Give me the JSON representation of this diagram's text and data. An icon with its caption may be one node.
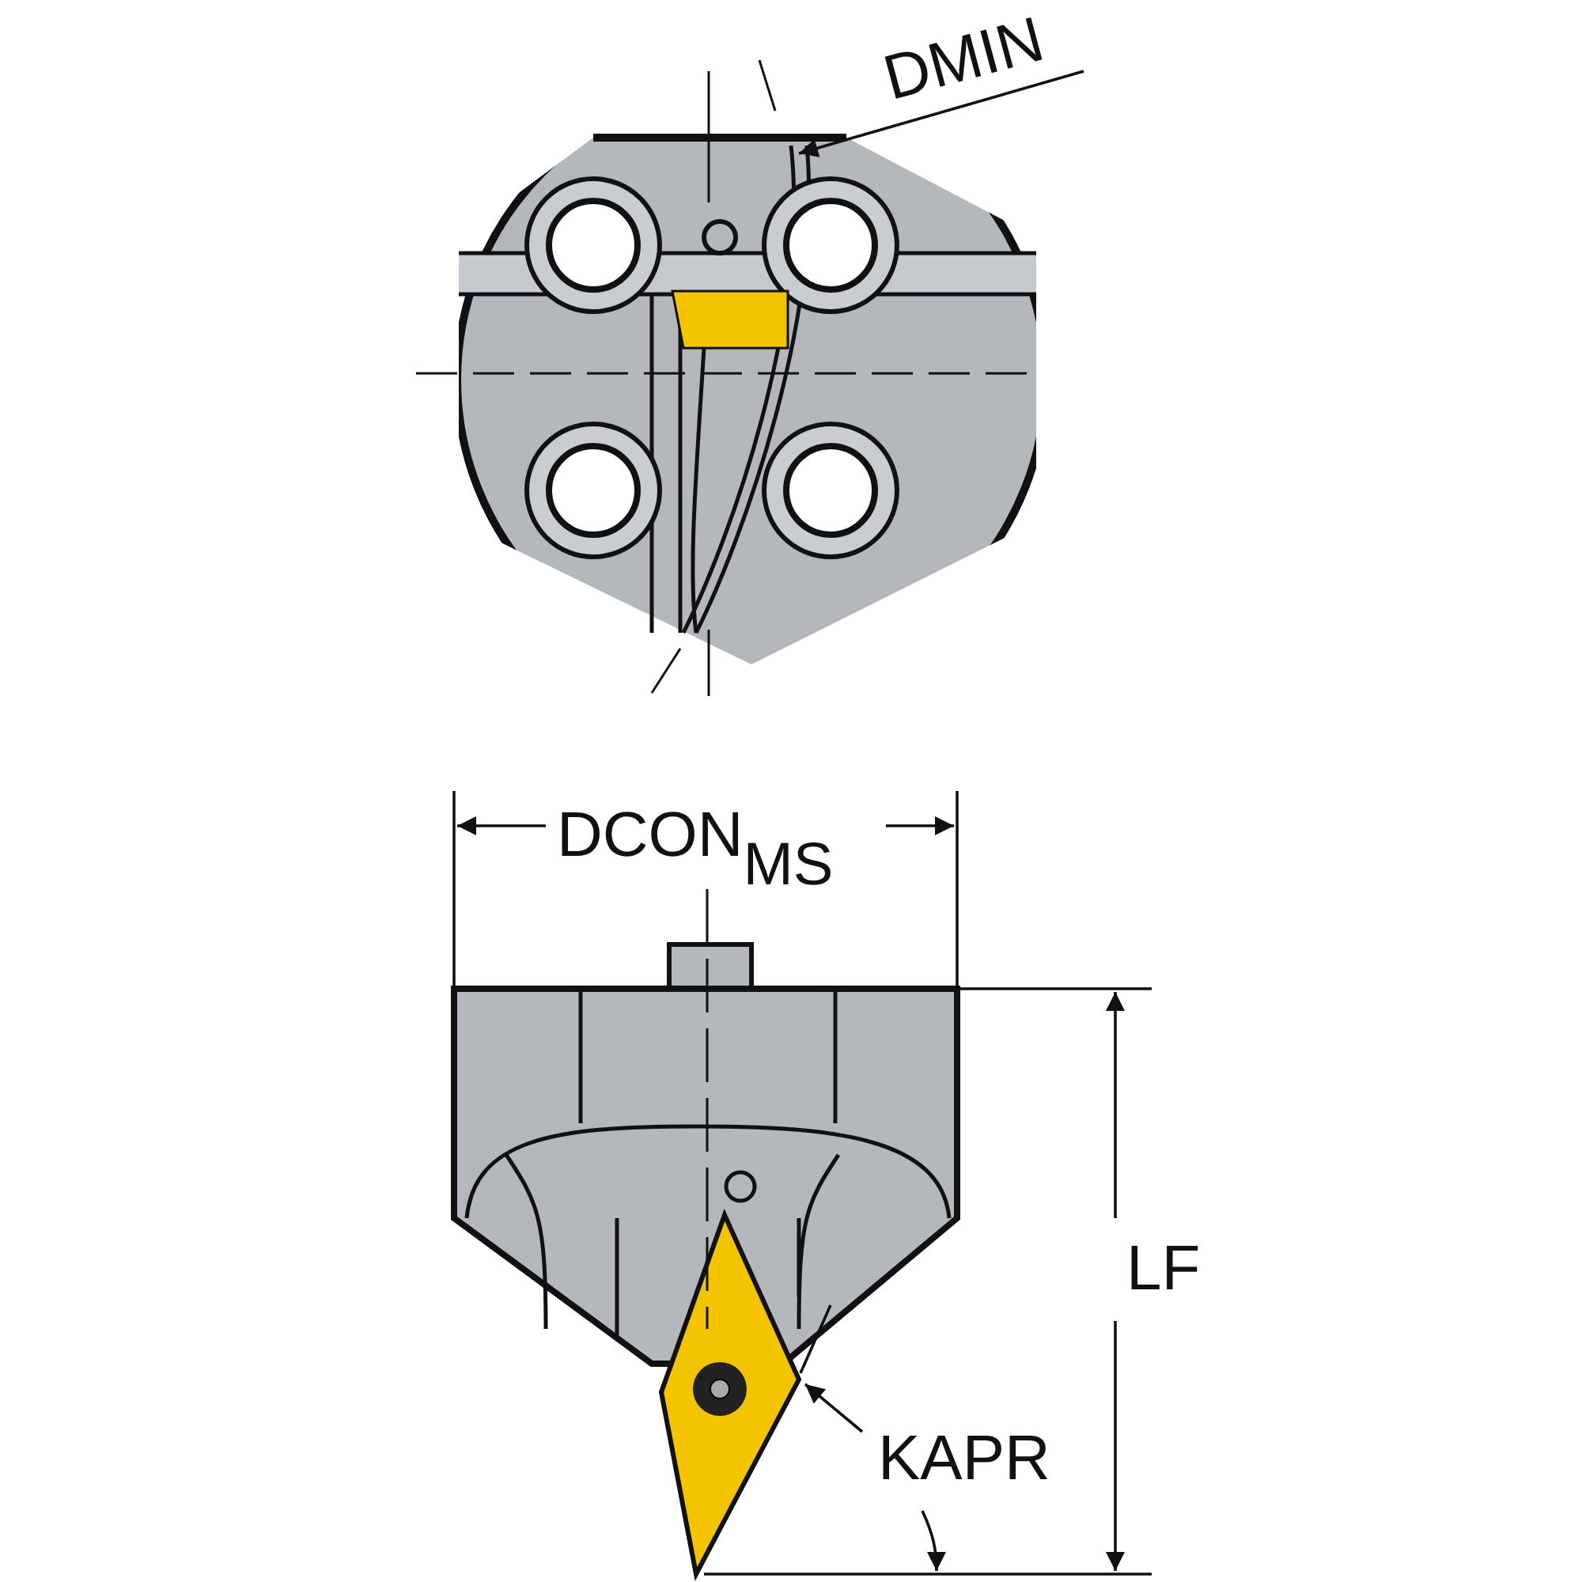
{
  "diagram": {
    "labels": [
      "DMIN",
      "DCON$_{MS}$",
      "LF",
      "KAPR"
    ]
  }
}
